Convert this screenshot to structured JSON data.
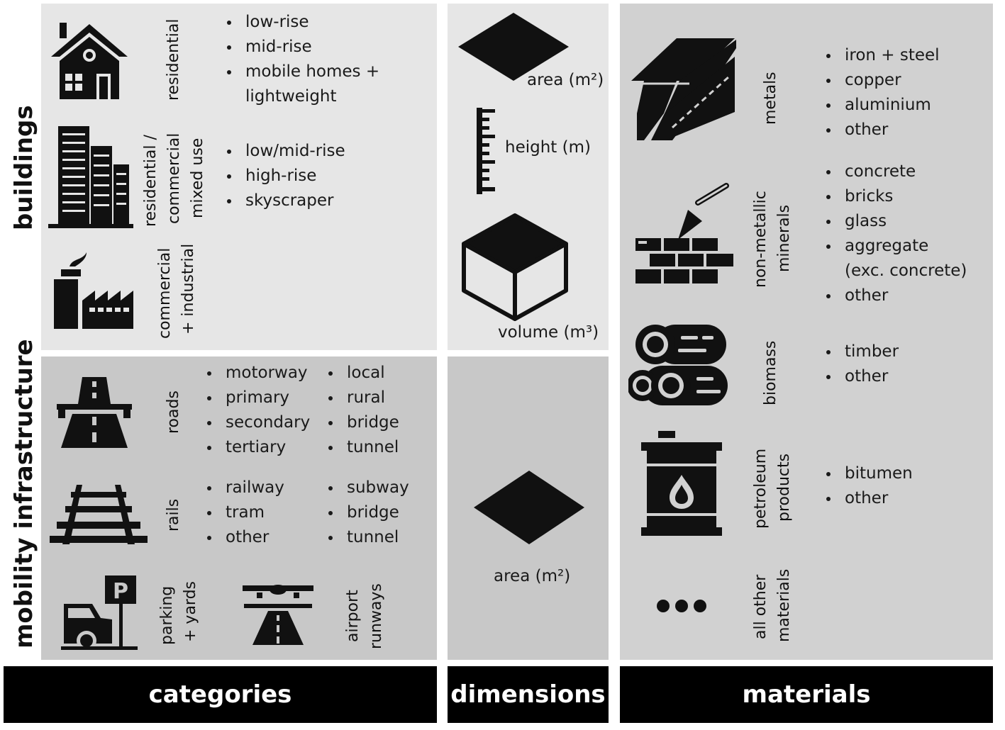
{
  "sections": {
    "buildings": "buildings",
    "mobility": "mobility infrastructure"
  },
  "buildings": {
    "residential": {
      "label": "residential",
      "items": [
        "low-rise",
        "mid-rise",
        "mobile homes +",
        "lightweight"
      ]
    },
    "mixed": {
      "label_lines": [
        "residential /",
        "commercial",
        "mixed use"
      ],
      "items": [
        "low/mid-rise",
        "high-rise",
        "skyscraper"
      ]
    },
    "industrial": {
      "label_lines": [
        "commercial",
        "+ industrial"
      ]
    }
  },
  "mobility": {
    "roads": {
      "label": "roads",
      "items_a": [
        "motorway",
        "primary",
        "secondary",
        "tertiary"
      ],
      "items_b": [
        "local",
        "rural",
        "bridge",
        "tunnel"
      ]
    },
    "rails": {
      "label": "rails",
      "items_a": [
        "railway",
        "tram",
        "other"
      ],
      "items_b": [
        "subway",
        "bridge",
        "tunnel"
      ]
    },
    "parking": {
      "label_lines": [
        "parking",
        "+ yards"
      ]
    },
    "airport": {
      "label_lines": [
        "airport",
        "runways"
      ]
    }
  },
  "dimensions": {
    "area": "area (m²)",
    "height": "height (m)",
    "volume": "volume (m³)",
    "area_mobility": "area (m²)"
  },
  "materials": {
    "metals": {
      "label": "metals",
      "items": [
        "iron + steel",
        "copper",
        "aluminium",
        "other"
      ]
    },
    "minerals": {
      "label_lines": [
        "non-metallic",
        "minerals"
      ],
      "items": [
        "concrete",
        "bricks",
        "glass",
        "aggregate",
        "(exc. concrete)",
        "other"
      ]
    },
    "biomass": {
      "label": "biomass",
      "items": [
        "timber",
        "other"
      ]
    },
    "petroleum": {
      "label_lines": [
        "petroleum",
        "products"
      ],
      "items": [
        "bitumen",
        "other"
      ]
    },
    "other": {
      "label_lines": [
        "all other",
        "materials"
      ]
    }
  },
  "footer": {
    "categories": "categories",
    "dimensions": "dimensions",
    "materials": "materials"
  }
}
